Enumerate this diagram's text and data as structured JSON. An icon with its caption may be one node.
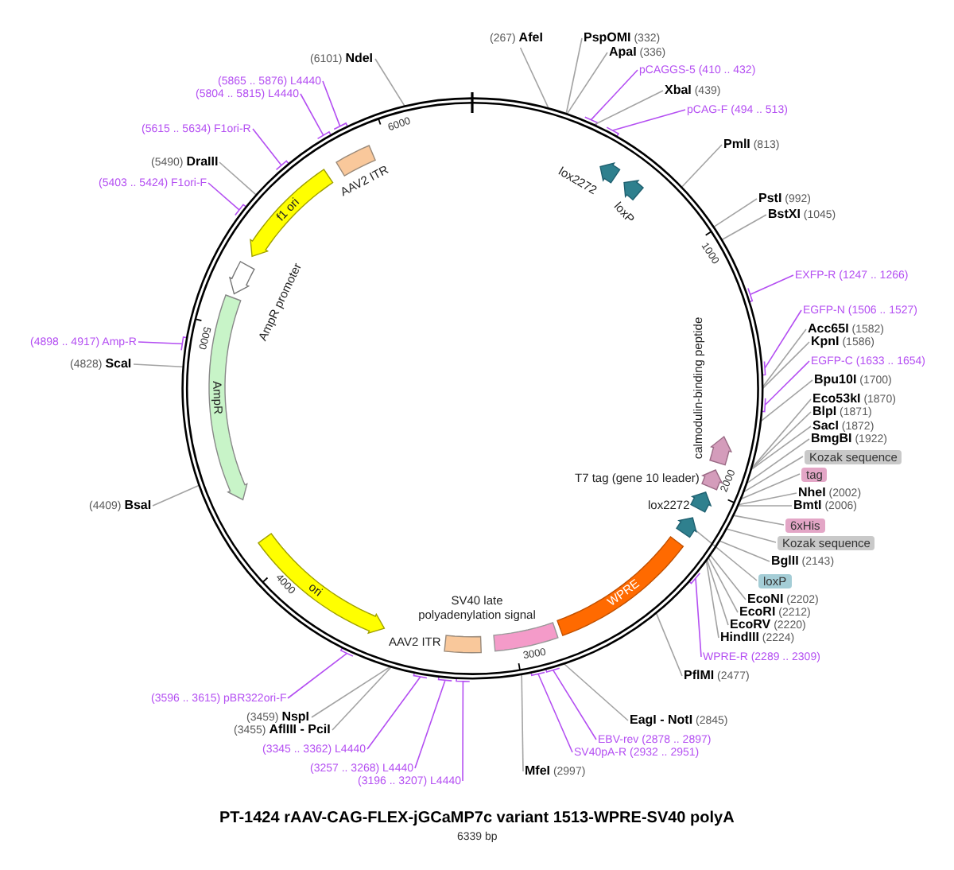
{
  "diagram": {
    "title": "PT-1424 rAAV-CAG-FLEX-jGCaMP7c variant 1513-WPRE-SV40 polyA",
    "caption": "6339 bp",
    "nodes": [
      {
        "text": [],
        "shape": "circle"
      },
      {
        "text": [],
        "shape": "box",
        "beside": [
          "AAV2 ITR"
        ],
        "in": 0
      },
      {
        "text": [
          "f1 ori"
        ],
        "in": 0
      },
      {
        "text": [],
        "shape": "arrow",
        "beside": [
          "AmpR promoter"
        ],
        "in": 0
      },
      {
        "text": [
          "AmpR"
        ],
        "in": 0
      },
      {
        "text": [
          "ori"
        ],
        "in": 0
      },
      {
        "text": [],
        "shape": "box",
        "beside": [
          "SV40 late polyadenylation signal"
        ],
        "in": 0
      },
      {
        "text": [],
        "shape": "box",
        "beside": [
          "AAV2 ITR"
        ],
        "in": 0
      },
      {
        "text": [
          "WPRE"
        ],
        "in": 0
      },
      {
        "text": [],
        "shape": "arrow",
        "in": 0
      },
      {
        "text": [],
        "shape": "arrow",
        "beside": [
          "lox2272"
        ],
        "in": 0
      },
      {
        "text": [],
        "shape": "arrow",
        "beside": [
          "T7 tag (gene 10 leader)"
        ],
        "in": 0
      },
      {
        "text": [],
        "shape": "arrow",
        "beside": [
          "calmodulin-binding peptide"
        ],
        "in": 0
      },
      {
        "text": [],
        "shape": "arrow",
        "beside": [
          "lox2272"
        ],
        "in": 0
      },
      {
        "text": [],
        "shape": "arrow",
        "beside": [
          "loxP"
        ],
        "in": 0
      },
      {
        "text": [
          "(267) **AfeI**"
        ]
      },
      {
        "text": [
          "**PspOMI** (332)"
        ]
      },
      {
        "text": [
          "**ApaI** (336)"
        ]
      },
      {
        "text": [
          "pCAGGS-5 (410 .. 432)"
        ]
      },
      {
        "text": [
          "**XbaI** (439)"
        ]
      },
      {
        "text": [
          "pCAG-F (494 .. 513)"
        ]
      },
      {
        "text": [
          "**PmlI** (813)"
        ]
      },
      {
        "text": [
          "**PstI** (992)"
        ]
      },
      {
        "text": [
          "**BstXI** (1045)"
        ]
      },
      {
        "text": [
          "EXFP-R (1247 .. 1266)"
        ]
      },
      {
        "text": [
          "EGFP-N (1506 .. 1527)"
        ]
      },
      {
        "text": [
          "**Acc65I** (1582)"
        ]
      },
      {
        "text": [
          "**KpnI** (1586)"
        ]
      },
      {
        "text": [
          "EGFP-C (1633 .. 1654)"
        ]
      },
      {
        "text": [
          "**Bpu10I** (1700)"
        ]
      },
      {
        "text": [
          "**Eco53kI** (1870)"
        ]
      },
      {
        "text": [
          "**BlpI** (1871)"
        ]
      },
      {
        "text": [
          "**SacI** (1872)"
        ]
      },
      {
        "text": [
          "**BmgBI** (1922)"
        ]
      },
      {
        "text": [
          "Kozak sequence"
        ]
      },
      {
        "text": [
          "tag"
        ]
      },
      {
        "text": [
          "**NheI** (2002)"
        ]
      },
      {
        "text": [
          "**BmtI** (2006)"
        ]
      },
      {
        "text": [
          "6xHis"
        ]
      },
      {
        "text": [
          "Kozak sequence"
        ]
      },
      {
        "text": [
          "**BglII** (2143)"
        ]
      },
      {
        "text": [
          "loxP"
        ]
      },
      {
        "text": [
          "**EcoNI** (2202)"
        ]
      },
      {
        "text": [
          "**EcoRI** (2212)"
        ]
      },
      {
        "text": [
          "**EcoRV** (2220)"
        ]
      },
      {
        "text": [
          "**HindIII** (2224)"
        ]
      },
      {
        "text": [
          "WPRE-R (2289 .. 2309)"
        ]
      },
      {
        "text": [
          "**PflMI** (2477)"
        ]
      },
      {
        "text": [
          "**EagI - NotI** (2845)"
        ]
      },
      {
        "text": [
          "EBV-rev (2878 .. 2897)"
        ]
      },
      {
        "text": [
          "SV40pA-R (2932 .. 2951)"
        ]
      },
      {
        "text": [
          "**MfeI** (2997)"
        ]
      },
      {
        "text": [
          "(3196 .. 3207) L4440"
        ]
      },
      {
        "text": [
          "(3257 .. 3268) L4440"
        ]
      },
      {
        "text": [
          "(3345 .. 3362) L4440"
        ]
      },
      {
        "text": [
          "(3455) **AflIII - PciI**"
        ]
      },
      {
        "text": [
          "(3459) **NspI**"
        ]
      },
      {
        "text": [
          "(3596 .. 3615) pBR322ori-F"
        ]
      },
      {
        "text": [
          "(4409) **BsaI**"
        ]
      },
      {
        "text": [
          "(4828) **ScaI**"
        ]
      },
      {
        "text": [
          "(4898 .. 4917) Amp-R"
        ]
      },
      {
        "text": [
          "(5403 .. 5424) F1ori-F"
        ]
      },
      {
        "text": [
          "(5490) **DraIII**"
        ]
      },
      {
        "text": [
          "(5615 .. 5634) F1ori-R"
        ]
      },
      {
        "text": [
          "(5804 .. 5815) L4440"
        ]
      },
      {
        "text": [
          "(5865 .. 5876) L4440"
        ]
      },
      {
        "text": [
          "(6101) **NdeI**"
        ]
      }
    ],
    "edges": [
      {
        "from": 15,
        "to": 0,
        "arrow": "none"
      },
      {
        "from": 16,
        "to": 0,
        "arrow": "none"
      },
      {
        "from": 17,
        "to": 0,
        "arrow": "none"
      },
      {
        "from": 18,
        "to": 0,
        "arrow": "none",
        "color": "#b44ff2"
      },
      {
        "from": 19,
        "to": 0,
        "arrow": "none"
      },
      {
        "from": 20,
        "to": 0,
        "arrow": "none",
        "color": "#b44ff2"
      },
      {
        "from": 21,
        "to": 0,
        "arrow": "none"
      },
      {
        "from": 22,
        "to": 0,
        "arrow": "none"
      },
      {
        "from": 23,
        "to": 0,
        "arrow": "none"
      },
      {
        "from": 24,
        "to": 0,
        "arrow": "none",
        "color": "#b44ff2"
      },
      {
        "from": 25,
        "to": 0,
        "arrow": "none",
        "color": "#b44ff2"
      },
      {
        "from": 26,
        "to": 0,
        "arrow": "none"
      },
      {
        "from": 27,
        "to": 0,
        "arrow": "none"
      },
      {
        "from": 28,
        "to": 0,
        "arrow": "none",
        "color": "#b44ff2"
      },
      {
        "from": 29,
        "to": 0,
        "arrow": "none"
      },
      {
        "from": 30,
        "to": 0,
        "arrow": "none"
      },
      {
        "from": 31,
        "to": 0,
        "arrow": "none"
      },
      {
        "from": 32,
        "to": 0,
        "arrow": "none"
      },
      {
        "from": 33,
        "to": 0,
        "arrow": "none"
      },
      {
        "from": 34,
        "to": 0,
        "arrow": "none"
      },
      {
        "from": 35,
        "to": 0,
        "arrow": "none"
      },
      {
        "from": 36,
        "to": 0,
        "arrow": "none"
      },
      {
        "from": 37,
        "to": 0,
        "arrow": "none"
      },
      {
        "from": 38,
        "to": 0,
        "arrow": "none"
      },
      {
        "from": 39,
        "to": 0,
        "arrow": "none"
      },
      {
        "from": 40,
        "to": 0,
        "arrow": "none"
      },
      {
        "from": 41,
        "to": 9,
        "arrow": "none"
      },
      {
        "from": 42,
        "to": 0,
        "arrow": "none"
      },
      {
        "from": 43,
        "to": 0,
        "arrow": "none"
      },
      {
        "from": 44,
        "to": 0,
        "arrow": "none"
      },
      {
        "from": 45,
        "to": 0,
        "arrow": "none"
      },
      {
        "from": 46,
        "to": 0,
        "arrow": "none",
        "color": "#b44ff2"
      },
      {
        "from": 47,
        "to": 0,
        "arrow": "none"
      },
      {
        "from": 48,
        "to": 0,
        "arrow": "none"
      },
      {
        "from": 49,
        "to": 0,
        "arrow": "none",
        "color": "#b44ff2"
      },
      {
        "from": 50,
        "to": 0,
        "arrow": "none",
        "color": "#b44ff2"
      },
      {
        "from": 51,
        "to": 0,
        "arrow": "none"
      },
      {
        "from": 52,
        "to": 0,
        "arrow": "none",
        "color": "#b44ff2"
      },
      {
        "from": 53,
        "to": 0,
        "arrow": "none",
        "color": "#b44ff2"
      },
      {
        "from": 54,
        "to": 0,
        "arrow": "none",
        "color": "#b44ff2"
      },
      {
        "from": 55,
        "to": 0,
        "arrow": "none"
      },
      {
        "from": 56,
        "to": 0,
        "arrow": "none"
      },
      {
        "from": 57,
        "to": 0,
        "arrow": "none",
        "color": "#b44ff2"
      },
      {
        "from": 58,
        "to": 0,
        "arrow": "none"
      },
      {
        "from": 59,
        "to": 0,
        "arrow": "none"
      },
      {
        "from": 60,
        "to": 0,
        "arrow": "none",
        "color": "#b44ff2"
      },
      {
        "from": 61,
        "to": 0,
        "arrow": "none",
        "color": "#b44ff2"
      },
      {
        "from": 62,
        "to": 0,
        "arrow": "none"
      },
      {
        "from": 63,
        "to": 0,
        "arrow": "none",
        "color": "#b44ff2"
      },
      {
        "from": 64,
        "to": 0,
        "arrow": "none",
        "color": "#b44ff2"
      },
      {
        "from": 65,
        "to": 0,
        "arrow": "none",
        "color": "#b44ff2"
      },
      {
        "from": 66,
        "to": 0,
        "arrow": "none"
      }
    ],
    "labels": [
      "1000",
      "2000",
      "3000",
      "4000",
      "5000",
      "6000"
    ]
  }
}
